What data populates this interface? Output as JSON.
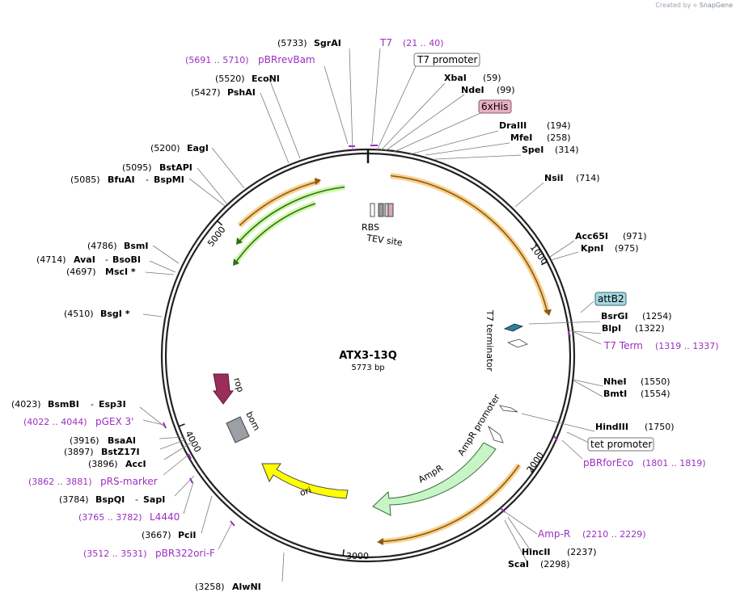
{
  "credit": {
    "prefix": "Created by",
    "brand": "SnapGene"
  },
  "plasmid": {
    "name": "ATX3-13Q",
    "length_label": "5773 bp",
    "length_bp": 5773
  },
  "colors": {
    "enzyme": "#000000",
    "primer": "#9b2fc1",
    "orange_feature": "#f39c12",
    "green_feature": "#3a8f1f",
    "ampr": "#c8f5c6",
    "ori": "#ffff00",
    "rop": "#a03060",
    "bom": "#9aa0a6",
    "his_tag": "#e9b0c2",
    "attb2": "#7bc4d0"
  },
  "ticks": [
    "1000",
    "2000",
    "3000",
    "4000",
    "5000"
  ],
  "enzymes": [
    {
      "name": "SgrAI",
      "pos": "(5733)"
    },
    {
      "name": "XbaI",
      "pos": "(59)"
    },
    {
      "name": "NdeI",
      "pos": "(99)"
    },
    {
      "name": "DraIII",
      "pos": "(194)"
    },
    {
      "name": "MfeI",
      "pos": "(258)"
    },
    {
      "name": "SpeI",
      "pos": "(314)"
    },
    {
      "name": "NsiI",
      "pos": "(714)"
    },
    {
      "name": "Acc65I",
      "pos": "(971)"
    },
    {
      "name": "KpnI",
      "pos": "(975)"
    },
    {
      "name": "BsrGI",
      "pos": "(1254)"
    },
    {
      "name": "BlpI",
      "pos": "(1322)"
    },
    {
      "name": "NheI",
      "pos": "(1550)"
    },
    {
      "name": "BmtI",
      "pos": "(1554)"
    },
    {
      "name": "HindIII",
      "pos": "(1750)"
    },
    {
      "name": "HincII",
      "pos": "(2237)"
    },
    {
      "name": "ScaI",
      "pos": "(2298)"
    },
    {
      "name": "AlwNI",
      "pos": "(3258)"
    },
    {
      "name": "PciI",
      "pos": "(3667)"
    },
    {
      "name": "BspQI",
      "sep": "-",
      "name2": "SapI",
      "pos": "(3784)"
    },
    {
      "name": "AccI",
      "pos": "(3896)"
    },
    {
      "name": "BstZ17I",
      "pos": "(3897)"
    },
    {
      "name": "BsaAI",
      "pos": "(3916)"
    },
    {
      "name": "BsmBI",
      "sep": "-",
      "name2": "Esp3I",
      "pos": "(4023)"
    },
    {
      "name": "BsgI *",
      "pos": "(4510)"
    },
    {
      "name": "MscI *",
      "pos": "(4697)"
    },
    {
      "name": "AvaI",
      "sep": "-",
      "name2": "BsoBI",
      "pos": "(4714)"
    },
    {
      "name": "BsmI",
      "pos": "(4786)"
    },
    {
      "name": "BfuAI",
      "sep": "-",
      "name2": "BspMI",
      "pos": "(5085)"
    },
    {
      "name": "BstAPI",
      "pos": "(5095)"
    },
    {
      "name": "EagI",
      "pos": "(5200)"
    },
    {
      "name": "PshAI",
      "pos": "(5427)"
    },
    {
      "name": "EcoNI",
      "pos": "(5520)"
    }
  ],
  "primers": [
    {
      "name": "T7",
      "range": "(21 .. 40)"
    },
    {
      "name": "pBRrevBam",
      "range": "(5691 .. 5710)"
    },
    {
      "name": "T7 Term",
      "range": "(1319 .. 1337)"
    },
    {
      "name": "pBRforEco",
      "range": "(1801 .. 1819)"
    },
    {
      "name": "Amp-R",
      "range": "(2210 .. 2229)"
    },
    {
      "name": "pBR322ori-F",
      "range": "(3512 .. 3531)"
    },
    {
      "name": "L4440",
      "range": "(3765 .. 3782)"
    },
    {
      "name": "pRS-marker",
      "range": "(3862 .. 3881)"
    },
    {
      "name": "pGEX 3'",
      "range": "(4022 .. 4044)"
    }
  ],
  "boxed_labels": [
    {
      "name": "T7 promoter"
    },
    {
      "name": "6xHis"
    },
    {
      "name": "attB2"
    },
    {
      "name": "tet promoter"
    }
  ],
  "features": {
    "rbs": "RBS",
    "tev": "TEV site",
    "t7_terminator": "T7 terminator",
    "ampr_promoter": "AmpR promoter",
    "ampr": "AmpR",
    "ori": "ori",
    "rop": "rop",
    "bom": "bom"
  }
}
